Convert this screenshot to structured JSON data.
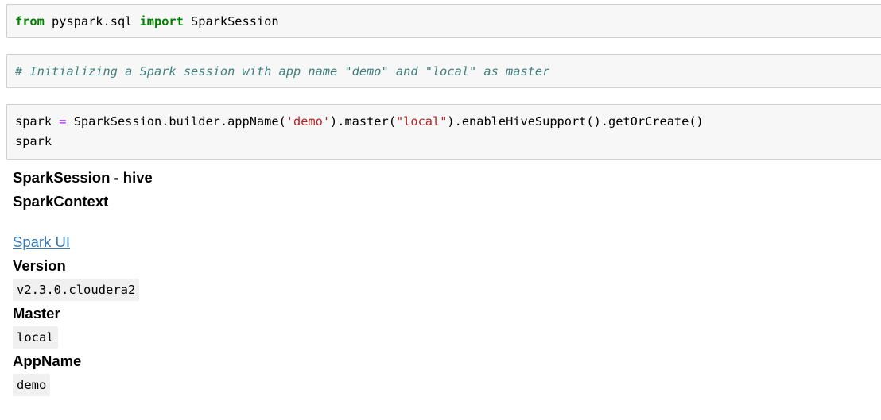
{
  "colors": {
    "keyword": "#008000",
    "operator": "#aa22ff",
    "string": "#ba2121",
    "comment": "#408080",
    "default": "#000000",
    "link": "#337ab7",
    "cell_background": "#f7f7f7",
    "cell_border": "#cfcfcf",
    "code_box_background": "#f0f0f0"
  },
  "cells": [
    {
      "lines": [
        [
          {
            "text": "from",
            "kind": "keyword"
          },
          {
            "text": " pyspark.sql ",
            "kind": "default"
          },
          {
            "text": "import",
            "kind": "keyword"
          },
          {
            "text": " SparkSession",
            "kind": "default"
          }
        ]
      ]
    },
    {
      "lines": [
        [
          {
            "text": "# Initializing a Spark session with app name \"demo\" and \"local\" as master",
            "kind": "comment"
          }
        ]
      ]
    },
    {
      "lines": [
        [
          {
            "text": "spark ",
            "kind": "default"
          },
          {
            "text": "=",
            "kind": "operator"
          },
          {
            "text": " SparkSession.builder.appName(",
            "kind": "default"
          },
          {
            "text": "'demo'",
            "kind": "string"
          },
          {
            "text": ").master(",
            "kind": "default"
          },
          {
            "text": "\"local\"",
            "kind": "string"
          },
          {
            "text": ").enableHiveSupport().getOrCreate()",
            "kind": "default"
          }
        ],
        [
          {
            "text": "spark",
            "kind": "default"
          }
        ]
      ]
    }
  ],
  "output": {
    "session_title": "SparkSession - hive",
    "context_title": "SparkContext",
    "spark_ui_link": "Spark UI",
    "version_label": "Version",
    "version_value": "v2.3.0.cloudera2",
    "master_label": "Master",
    "master_value": "local",
    "appname_label": "AppName",
    "appname_value": "demo"
  }
}
